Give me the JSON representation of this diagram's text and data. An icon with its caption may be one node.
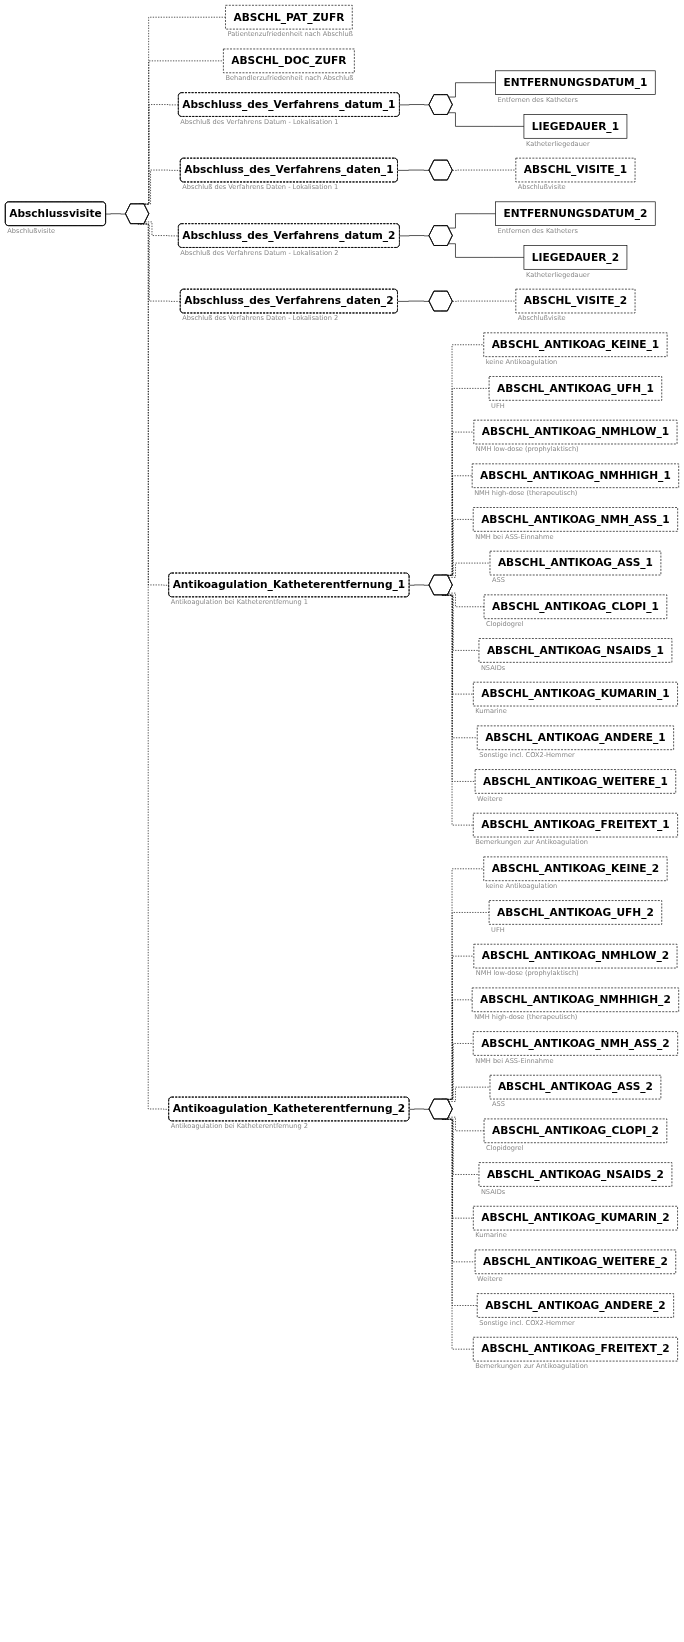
{
  "diagram": {
    "nodes": [
      {
        "text": [
          "Abschlussvisite"
        ],
        "beside": [
          "Abschlußvisite"
        ]
      },
      {
        "text": [],
        "shape": "octagon"
      },
      {
        "text": [
          "ABSCHL_PAT_ZUFR"
        ],
        "beside": [
          "Patientenzufriedenheit nach Abschluß"
        ]
      },
      {
        "text": [
          "ABSCHL_DOC_ZUFR"
        ],
        "beside": [
          "Behandlerzufriedenheit nach Abschluß"
        ]
      },
      {
        "text": [
          "Abschluss_des_Verfahrens_datum_1"
        ],
        "beside": [
          "Abschluß des Verfahrens Datum - Lokalisation 1"
        ]
      },
      {
        "text": [],
        "shape": "octagon"
      },
      {
        "text": [
          "ENTFERNUNGSDATUM_1"
        ],
        "beside": [
          "Entfernen des Katheters"
        ]
      },
      {
        "text": [
          "LIEGEDAUER_1"
        ],
        "beside": [
          "Katheterliegedauer"
        ]
      },
      {
        "text": [
          "Abschluss_des_Verfahrens_daten_1"
        ],
        "beside": [
          "Abschluß des Verfahrens Daten - Lokalisation 1"
        ]
      },
      {
        "text": [],
        "shape": "octagon"
      },
      {
        "text": [
          "ABSCHL_VISITE_1"
        ],
        "beside": [
          "Abschlußvisite"
        ]
      },
      {
        "text": [
          "Abschluss_des_Verfahrens_datum_2"
        ],
        "beside": [
          "Abschluß des Verfahrens Datum - Lokalisation 2"
        ]
      },
      {
        "text": [],
        "shape": "octagon"
      },
      {
        "text": [
          "ENTFERNUNGSDATUM_2"
        ],
        "beside": [
          "Entfernen des Katheters"
        ]
      },
      {
        "text": [
          "LIEGEDAUER_2"
        ],
        "beside": [
          "Katheterliegedauer"
        ]
      },
      {
        "text": [
          "Abschluss_des_Verfahrens_daten_2"
        ],
        "beside": [
          "Abschluß des Verfahrens Daten - Lokalisation 2"
        ]
      },
      {
        "text": [],
        "shape": "octagon"
      },
      {
        "text": [
          "ABSCHL_VISITE_2"
        ],
        "beside": [
          "Abschlußvisite"
        ]
      },
      {
        "text": [
          "Antikoagulation_Katheterentfernung_1"
        ],
        "beside": [
          "Antikoagulation bei Katheterentfernung 1"
        ]
      },
      {
        "text": [],
        "shape": "octagon"
      },
      {
        "text": [
          "ABSCHL_ANTIKOAG_KEINE_1"
        ],
        "beside": [
          "keine Antikoagulation"
        ]
      },
      {
        "text": [
          "ABSCHL_ANTIKOAG_UFH_1"
        ],
        "beside": [
          "UFH"
        ]
      },
      {
        "text": [
          "ABSCHL_ANTIKOAG_NMHLOW_1"
        ],
        "beside": [
          "NMH low-dose (prophylaktisch)"
        ]
      },
      {
        "text": [
          "ABSCHL_ANTIKOAG_NMHHIGH_1"
        ],
        "beside": [
          "NMH high-dose (therapeutisch)"
        ]
      },
      {
        "text": [
          "ABSCHL_ANTIKOAG_NMH_ASS_1"
        ],
        "beside": [
          "NMH bei ASS-Einnahme"
        ]
      },
      {
        "text": [
          "ABSCHL_ANTIKOAG_ASS_1"
        ],
        "beside": [
          "ASS"
        ]
      },
      {
        "text": [
          "ABSCHL_ANTIKOAG_CLOPI_1"
        ],
        "beside": [
          "Clopidogrel"
        ]
      },
      {
        "text": [
          "ABSCHL_ANTIKOAG_NSAIDS_1"
        ],
        "beside": [
          "NSAIDs"
        ]
      },
      {
        "text": [
          "ABSCHL_ANTIKOAG_KUMARIN_1"
        ],
        "beside": [
          "Kumarine"
        ]
      },
      {
        "text": [
          "ABSCHL_ANTIKOAG_ANDERE_1"
        ],
        "beside": [
          "Sonstige incl. COX2-Hemmer"
        ]
      },
      {
        "text": [
          "ABSCHL_ANTIKOAG_WEITERE_1"
        ],
        "beside": [
          "Weitere"
        ]
      },
      {
        "text": [
          "ABSCHL_ANTIKOAG_FREITEXT_1"
        ],
        "beside": [
          "Bemerkungen zur Antikoagulation"
        ]
      },
      {
        "text": [
          "Antikoagulation_Katheterentfernung_2"
        ],
        "beside": [
          "Antikoagulation bei Katheterentfernung 2"
        ]
      },
      {
        "text": [],
        "shape": "octagon"
      },
      {
        "text": [
          "ABSCHL_ANTIKOAG_KEINE_2"
        ],
        "beside": [
          "keine Antikoagulation"
        ]
      },
      {
        "text": [
          "ABSCHL_ANTIKOAG_UFH_2"
        ],
        "beside": [
          "UFH"
        ]
      },
      {
        "text": [
          "ABSCHL_ANTIKOAG_NMHLOW_2"
        ],
        "beside": [
          "NMH low-dose (prophylaktisch)"
        ]
      },
      {
        "text": [
          "ABSCHL_ANTIKOAG_NMHHIGH_2"
        ],
        "beside": [
          "NMH high-dose (therapeutisch)"
        ]
      },
      {
        "text": [
          "ABSCHL_ANTIKOAG_NMH_ASS_2"
        ],
        "beside": [
          "NMH bei ASS-Einnahme"
        ]
      },
      {
        "text": [
          "ABSCHL_ANTIKOAG_ASS_2"
        ],
        "beside": [
          "ASS"
        ]
      },
      {
        "text": [
          "ABSCHL_ANTIKOAG_CLOPI_2"
        ],
        "beside": [
          "Clopidogrel"
        ]
      },
      {
        "text": [
          "ABSCHL_ANTIKOAG_NSAIDS_2"
        ],
        "beside": [
          "NSAIDs"
        ]
      },
      {
        "text": [
          "ABSCHL_ANTIKOAG_KUMARIN_2"
        ],
        "beside": [
          "Kumarine"
        ]
      },
      {
        "text": [
          "ABSCHL_ANTIKOAG_WEITERE_2"
        ],
        "beside": [
          "Weitere"
        ]
      },
      {
        "text": [
          "ABSCHL_ANTIKOAG_ANDERE_2"
        ],
        "beside": [
          "Sonstige incl. COX2-Hemmer"
        ]
      },
      {
        "text": [
          "ABSCHL_ANTIKOAG_FREITEXT_2"
        ],
        "beside": [
          "Bemerkungen zur Antikoagulation"
        ]
      }
    ],
    "edges": [
      {
        "from": 0,
        "to": 1,
        "arrow": "none"
      },
      {
        "from": 1,
        "to": 2,
        "arrow": "none",
        "style": "dashed"
      },
      {
        "from": 1,
        "to": 3,
        "arrow": "none",
        "style": "dashed"
      },
      {
        "from": 1,
        "to": 4,
        "arrow": "none",
        "style": "dashed"
      },
      {
        "from": 4,
        "to": 5,
        "arrow": "none"
      },
      {
        "from": 5,
        "to": 6,
        "arrow": "none"
      },
      {
        "from": 5,
        "to": 7,
        "arrow": "none"
      },
      {
        "from": 1,
        "to": 8,
        "arrow": "none",
        "style": "dashed"
      },
      {
        "from": 8,
        "to": 9,
        "arrow": "none"
      },
      {
        "from": 9,
        "to": 10,
        "arrow": "none",
        "style": "dashed"
      },
      {
        "from": 1,
        "to": 11,
        "arrow": "none",
        "style": "dashed"
      },
      {
        "from": 11,
        "to": 12,
        "arrow": "none"
      },
      {
        "from": 12,
        "to": 13,
        "arrow": "none"
      },
      {
        "from": 12,
        "to": 14,
        "arrow": "none"
      },
      {
        "from": 1,
        "to": 15,
        "arrow": "none",
        "style": "dashed"
      },
      {
        "from": 15,
        "to": 16,
        "arrow": "none"
      },
      {
        "from": 16,
        "to": 17,
        "arrow": "none",
        "style": "dashed"
      },
      {
        "from": 1,
        "to": 18,
        "arrow": "none",
        "style": "dashed"
      },
      {
        "from": 18,
        "to": 19,
        "arrow": "none"
      },
      {
        "from": 19,
        "to": 20,
        "arrow": "none",
        "style": "dashed"
      },
      {
        "from": 19,
        "to": 21,
        "arrow": "none",
        "style": "dashed"
      },
      {
        "from": 19,
        "to": 22,
        "arrow": "none",
        "style": "dashed"
      },
      {
        "from": 19,
        "to": 23,
        "arrow": "none",
        "style": "dashed"
      },
      {
        "from": 19,
        "to": 24,
        "arrow": "none",
        "style": "dashed"
      },
      {
        "from": 19,
        "to": 25,
        "arrow": "none",
        "style": "dashed"
      },
      {
        "from": 19,
        "to": 26,
        "arrow": "none",
        "style": "dashed"
      },
      {
        "from": 19,
        "to": 27,
        "arrow": "none",
        "style": "dashed"
      },
      {
        "from": 19,
        "to": 28,
        "arrow": "none",
        "style": "dashed"
      },
      {
        "from": 19,
        "to": 29,
        "arrow": "none",
        "style": "dashed"
      },
      {
        "from": 19,
        "to": 30,
        "arrow": "none",
        "style": "dashed"
      },
      {
        "from": 19,
        "to": 31,
        "arrow": "none",
        "style": "dashed"
      },
      {
        "from": 1,
        "to": 32,
        "arrow": "none",
        "style": "dashed"
      },
      {
        "from": 32,
        "to": 33,
        "arrow": "none"
      },
      {
        "from": 33,
        "to": 34,
        "arrow": "none",
        "style": "dashed"
      },
      {
        "from": 33,
        "to": 35,
        "arrow": "none",
        "style": "dashed"
      },
      {
        "from": 33,
        "to": 36,
        "arrow": "none",
        "style": "dashed"
      },
      {
        "from": 33,
        "to": 37,
        "arrow": "none",
        "style": "dashed"
      },
      {
        "from": 33,
        "to": 38,
        "arrow": "none",
        "style": "dashed"
      },
      {
        "from": 33,
        "to": 39,
        "arrow": "none",
        "style": "dashed"
      },
      {
        "from": 33,
        "to": 40,
        "arrow": "none",
        "style": "dashed"
      },
      {
        "from": 33,
        "to": 41,
        "arrow": "none",
        "style": "dashed"
      },
      {
        "from": 33,
        "to": 42,
        "arrow": "none",
        "style": "dashed"
      },
      {
        "from": 33,
        "to": 43,
        "arrow": "none",
        "style": "dashed"
      },
      {
        "from": 33,
        "to": 44,
        "arrow": "none",
        "style": "dashed"
      },
      {
        "from": 33,
        "to": 45,
        "arrow": "none",
        "style": "dashed"
      }
    ]
  }
}
